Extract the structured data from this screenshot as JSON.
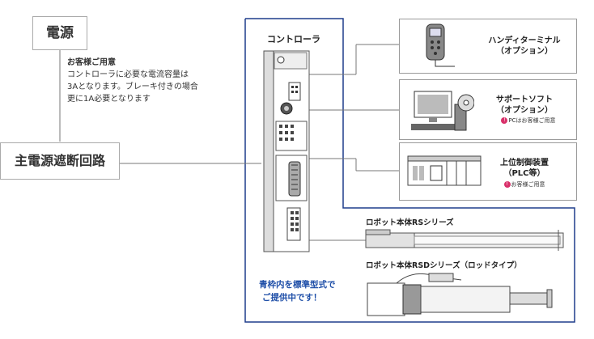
{
  "power_source": {
    "label": "電源"
  },
  "customer_note": {
    "title": "お客様ご用意",
    "lines": [
      "コントローラに必要な電流容量は",
      "3Aとなります。ブレーキ付きの場合",
      "更に1A必要となります"
    ]
  },
  "main_circuit": {
    "label": "主電源遮断回路"
  },
  "controller": {
    "label": "コントローラ"
  },
  "peripherals": [
    {
      "name_lines": [
        "ハンディターミナル",
        "（オプション）"
      ],
      "note": ""
    },
    {
      "name_lines": [
        "サポートソフト",
        "（オプション）"
      ],
      "note": "PCはお客様ご用意"
    },
    {
      "name_lines": [
        "上位制御装置",
        "（PLC等）"
      ],
      "note": "お客様ご用意"
    }
  ],
  "robots": [
    {
      "label": "ロボット本体RSシリーズ"
    },
    {
      "label": "ロボット本体RSDシリーズ（ロッドタイプ）"
    }
  ],
  "standard_note": {
    "lines": [
      "青枠内を標準型式で",
      "ご提供中です！"
    ]
  },
  "colors": {
    "accent_blue": "#1f3d8c",
    "note_blue": "#1f4fa8",
    "pin": "#d9306a"
  }
}
